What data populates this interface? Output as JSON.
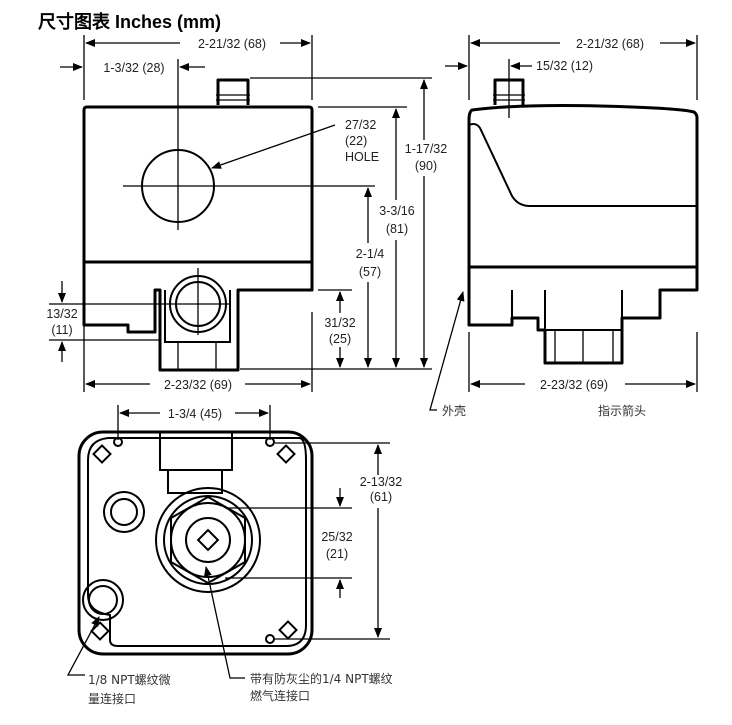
{
  "title": "尺寸图表 Inches (mm)",
  "front_view": {
    "width_top": "2-21/32 (68)",
    "hole_offset": "1-3/32 (28)",
    "hole_label": [
      "27/32",
      "(22)",
      "HOLE"
    ],
    "height_total": [
      "1-17/32",
      "(90)"
    ],
    "height_body": [
      "3-3/16",
      "(81)"
    ],
    "height_hole": [
      "2-1/4",
      "(57)"
    ],
    "height_port": [
      "31/32",
      "(25)"
    ],
    "side_port": [
      "13/32",
      "(11)"
    ],
    "width_bottom": "2-23/32 (69)"
  },
  "side_view": {
    "width_top": "2-21/32 (68)",
    "nipple_offset": "15/32 (12)",
    "width_bottom": "2-23/32 (69)",
    "housing_label": "外壳",
    "indicator_label": "指示箭头"
  },
  "bottom_view": {
    "mount_spacing": "1-3/4 (45)",
    "mount_height": [
      "2-13/32",
      "(61)"
    ],
    "port_offset": [
      "25/32",
      "(21)"
    ],
    "small_port_label": [
      "1/8 NPT螺纹微",
      "量连接口"
    ],
    "gas_port_label": [
      "带有防灰尘的1/4 NPT螺纹",
      "燃气连接口"
    ]
  }
}
